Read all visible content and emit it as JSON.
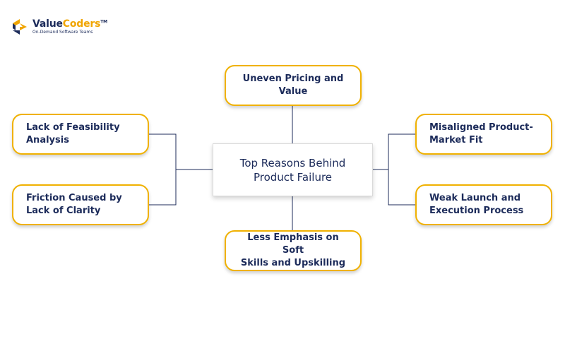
{
  "brand": {
    "name_part1": "Value",
    "name_part2": "Coders",
    "trademark": "TM",
    "tagline": "On-Demand Software Teams",
    "colors": {
      "navy": "#1c2b5a",
      "gold": "#f0a500"
    },
    "logo_icon": "valuecoders-logo-icon"
  },
  "diagram": {
    "center": "Top Reasons Behind\nProduct Failure",
    "top": "Uneven Pricing and\nValue",
    "bottom": "Less Emphasis on Soft\nSkills and Upskilling",
    "left_top": "Lack of Feasibility\nAnalysis",
    "left_bottom": "Friction Caused by\nLack of Clarity",
    "right_top": "Misaligned Product-\nMarket Fit",
    "right_bottom": "Weak Launch and\nExecution Process",
    "colors": {
      "border": "#f0b100",
      "text": "#1c2b5a",
      "line": "#1c2b5a"
    }
  }
}
